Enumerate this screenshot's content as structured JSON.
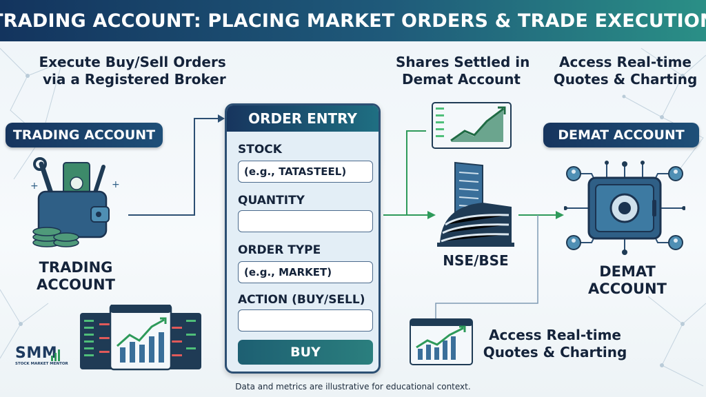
{
  "header": {
    "title": "TRADING ACCOUNT: PLACING MARKET ORDERS & TRADE EXECUTION"
  },
  "captions": {
    "execute_line1": "Execute Buy/Sell Orders",
    "execute_line2": "via a Registered Broker",
    "settled_line1": "Shares Settled in",
    "settled_line2": "Demat Account",
    "quotes_top_line1": "Access Real-time",
    "quotes_top_line2": "Quotes & Charting",
    "quotes_bottom_line1": "Access Real-time",
    "quotes_bottom_line2": "Quotes & Charting"
  },
  "trading": {
    "pill": "TRADING ACCOUNT",
    "label_line1": "TRADING",
    "label_line2": "ACCOUNT",
    "icon": "wallet-icon"
  },
  "order_form": {
    "title": "ORDER ENTRY",
    "stock_label": "STOCK",
    "stock_value": "(e.g., TATASTEEL)",
    "quantity_label": "QUANTITY",
    "quantity_value": "",
    "order_type_label": "ORDER TYPE",
    "order_type_value": "(e.g., MARKET)",
    "action_label": "ACTION (BUY/SELL)",
    "action_value": "",
    "buy_button": "BUY"
  },
  "exchange": {
    "label": "NSE/BSE",
    "icon": "exchange-building-icon"
  },
  "demat": {
    "pill": "DEMAT ACCOUNT",
    "label_line1": "DEMAT",
    "label_line2": "ACCOUNT",
    "icon": "vault-network-icon"
  },
  "logo": {
    "text": "SMM",
    "subtitle": "STOCK MARKET MENTOR"
  },
  "footer": {
    "note": "Data and metrics are illustrative for educational context."
  },
  "colors": {
    "navy": "#17355e",
    "teal": "#2a8f86",
    "green": "#2e9a5a",
    "background": "#eef4f8"
  }
}
